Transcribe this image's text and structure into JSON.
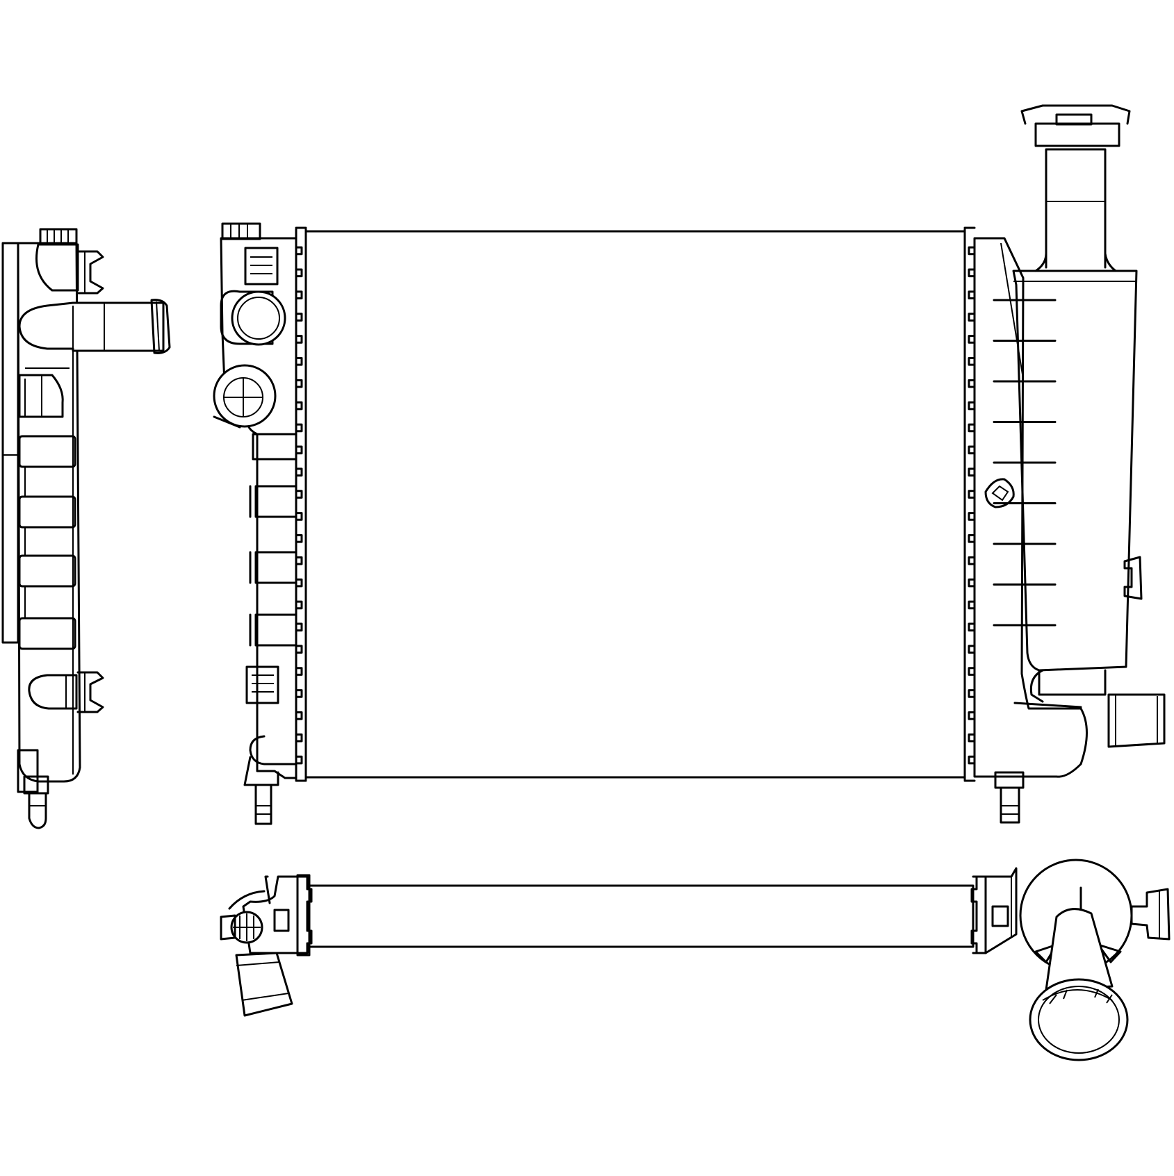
{
  "diagram": {
    "views": [
      {
        "id": "side-view",
        "subject": "radiator-side-profile"
      },
      {
        "id": "front-view",
        "subject": "radiator-front"
      },
      {
        "id": "top-view",
        "subject": "radiator-top"
      }
    ],
    "front_view": {
      "core_fin_notches_per_side": 24,
      "tank_level_marks": 9
    },
    "colors": {
      "stroke": "#000000",
      "background": "#ffffff"
    }
  }
}
